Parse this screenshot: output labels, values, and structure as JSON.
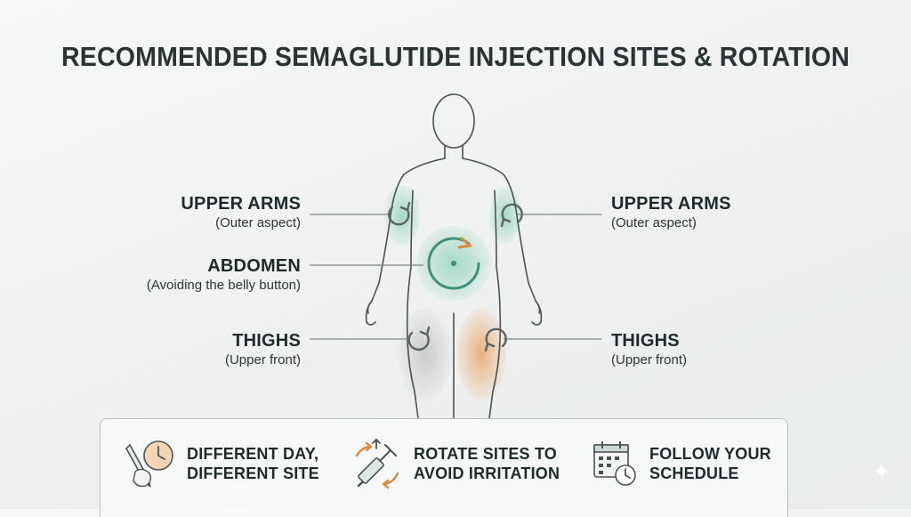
{
  "title": "RECOMMENDED SEMAGLUTIDE INJECTION SITES & ROTATION",
  "sites": {
    "upper_arms_left": {
      "heading": "UPPER ARMS",
      "detail": "(Outer aspect)"
    },
    "upper_arms_right": {
      "heading": "UPPER ARMS",
      "detail": "(Outer aspect)"
    },
    "abdomen": {
      "heading": "ABDOMEN",
      "detail": "(Avoiding the belly button)"
    },
    "thighs_left": {
      "heading": "THIGHS",
      "detail": "(Upper front)"
    },
    "thighs_right": {
      "heading": "THIGHS",
      "detail": "(Upper front)"
    }
  },
  "tips": [
    {
      "line1": "DIFFERENT DAY,",
      "line2": "DIFFERENT SITE",
      "icon": "pen-clock-icon"
    },
    {
      "line1": "ROTATE SITES TO",
      "line2": "AVOID IRRITATION",
      "icon": "syringe-rotate-icon"
    },
    {
      "line1": "FOLLOW YOUR",
      "line2": "SCHEDULE",
      "icon": "calendar-clock-icon"
    }
  ],
  "colors": {
    "site_green": "#9fd8c4",
    "site_orange": "#e8b07a",
    "site_gray": "#c9c9c4",
    "outline": "#4a5353",
    "arrow_orange": "#d98a3d"
  },
  "watermark_icon": "sparkle-icon"
}
